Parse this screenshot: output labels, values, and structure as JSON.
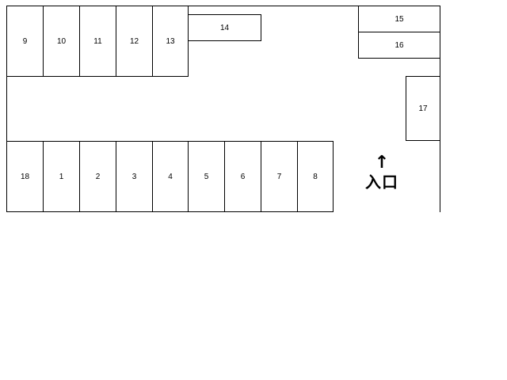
{
  "slots": {
    "s9": "9",
    "s10": "10",
    "s11": "11",
    "s12": "12",
    "s13": "13",
    "s14": "14",
    "s15": "15",
    "s16": "16",
    "s17": "17",
    "s18": "18",
    "s1": "1",
    "s2": "2",
    "s3": "3",
    "s4": "4",
    "s5": "5",
    "s6": "6",
    "s7": "7",
    "s8": "8"
  },
  "entrance": {
    "arrow": "↑",
    "label": "入口"
  }
}
